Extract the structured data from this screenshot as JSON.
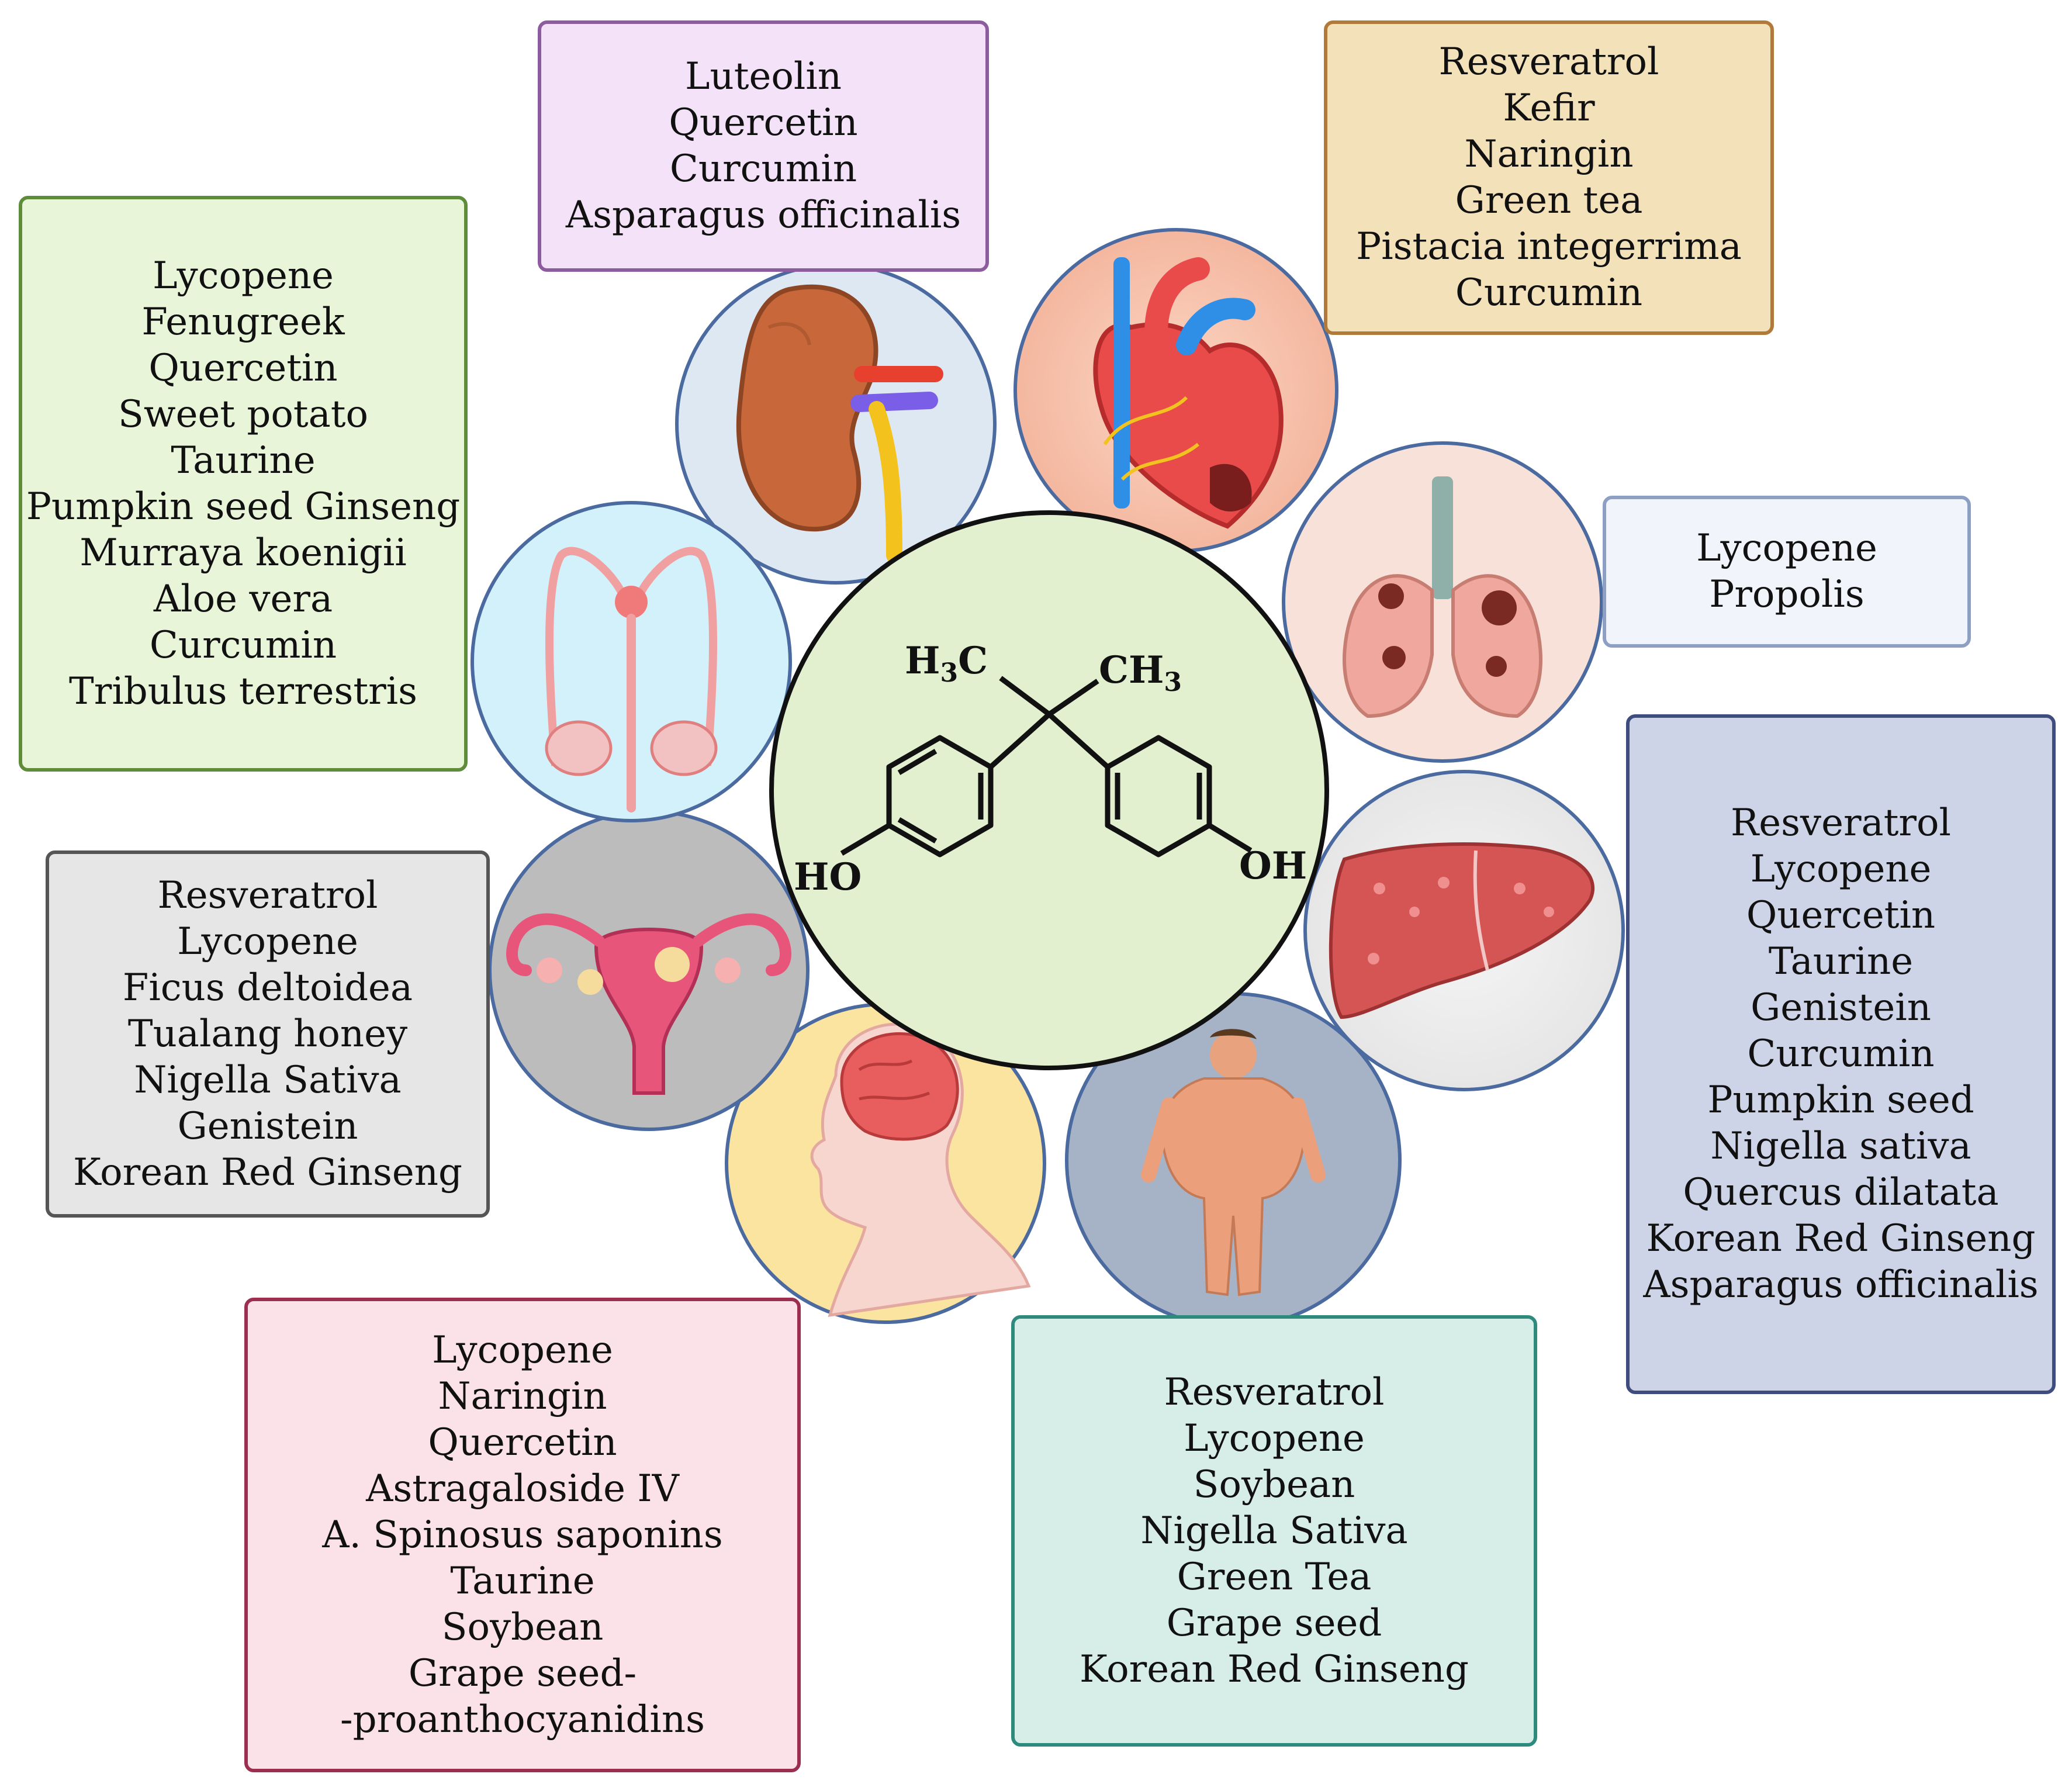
{
  "center": {
    "molecule_labels": {
      "methyl_left": "H3C",
      "methyl_right": "CH3",
      "hydroxyl_left": "HO",
      "hydroxyl_right": "OH"
    },
    "fill_color": "#e3f0cf"
  },
  "organs": [
    {
      "key": "kidney",
      "icon": "kidney-icon"
    },
    {
      "key": "heart",
      "icon": "heart-icon"
    },
    {
      "key": "lungs",
      "icon": "lungs-icon"
    },
    {
      "key": "liver",
      "icon": "liver-icon"
    },
    {
      "key": "body",
      "icon": "obese-body-icon"
    },
    {
      "key": "brain",
      "icon": "brain-head-icon"
    },
    {
      "key": "female-reproductive",
      "icon": "uterus-icon"
    },
    {
      "key": "male-reproductive",
      "icon": "male-reproductive-icon"
    }
  ],
  "boxes": {
    "kidney": {
      "border": "#8d5c9e",
      "fill": "#f3e2f8",
      "items": [
        "Luteolin",
        "Quercetin",
        "Curcumin",
        "Asparagus officinalis"
      ]
    },
    "heart": {
      "border": "#b27a3a",
      "fill": "#f3e1ba",
      "items": [
        "Resveratrol",
        "Kefir",
        "Naringin",
        "Green tea",
        "Pistacia integerrima",
        "Curcumin"
      ]
    },
    "lungs": {
      "border": "#8da0c4",
      "fill": "#f1f4fb",
      "items": [
        "Lycopene",
        "Propolis"
      ]
    },
    "liver": {
      "border": "#3f4d7e",
      "fill": "#cdd4e7",
      "items": [
        "Resveratrol",
        "Lycopene",
        "Quercetin",
        "Taurine",
        "Genistein",
        "Curcumin",
        "Pumpkin seed",
        "Nigella sativa",
        "Quercus dilatata",
        "Korean Red Ginseng",
        "Asparagus officinalis"
      ]
    },
    "body": {
      "border": "#2f8a7e",
      "fill": "#d6ede8",
      "items": [
        "Resveratrol",
        "Lycopene",
        "Soybean",
        "Nigella Sativa",
        "Green Tea",
        "Grape seed",
        "Korean Red Ginseng"
      ]
    },
    "brain": {
      "border": "#9c2f4f",
      "fill": "#fae2e8",
      "items": [
        "Lycopene",
        "Naringin",
        "Quercetin",
        "Astragaloside IV",
        "A. Spinosus saponins",
        "Taurine",
        "Soybean",
        "Grape seed-",
        "-proanthocyanidins"
      ]
    },
    "female": {
      "border": "#555555",
      "fill": "#e6e6e6",
      "items": [
        "Resveratrol",
        "Lycopene",
        "Ficus deltoidea",
        "Tualang honey",
        "Nigella Sativa",
        "Genistein",
        "Korean Red Ginseng"
      ]
    },
    "male": {
      "border": "#5f8c3a",
      "fill": "#e8f5d9",
      "items": [
        "Lycopene",
        "Fenugreek",
        "Quercetin",
        "Sweet potato",
        "Taurine",
        "Pumpkin seed Ginseng",
        "Murraya koenigii",
        "Aloe vera",
        "Curcumin",
        "Tribulus terrestris"
      ]
    }
  }
}
